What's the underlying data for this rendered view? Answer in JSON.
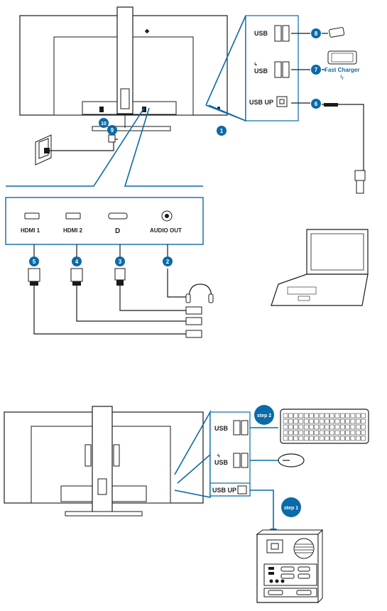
{
  "top": {
    "usb_label": "USB",
    "usb_fast_label": "USB",
    "usb_up_label": "USB UP",
    "fast_charger_label": "Fast Charger",
    "badges": {
      "b1": "1",
      "b2": "2",
      "b3": "3",
      "b4": "4",
      "b5": "5",
      "b6": "6",
      "b7": "7",
      "b8": "8",
      "b9": "9",
      "b10": "10"
    },
    "ports": {
      "hdmi1": "HDMI 1",
      "hdmi2": "HDMI 2",
      "dp": "D",
      "audio": "AUDIO OUT"
    }
  },
  "bottom": {
    "usb_label": "USB",
    "usb_fast_label": "USB",
    "usb_up_label": "USB UP",
    "step1": "step 1",
    "step2": "step 2"
  },
  "colors": {
    "accent": "#0b6aa8",
    "line": "#1a1a1a"
  }
}
